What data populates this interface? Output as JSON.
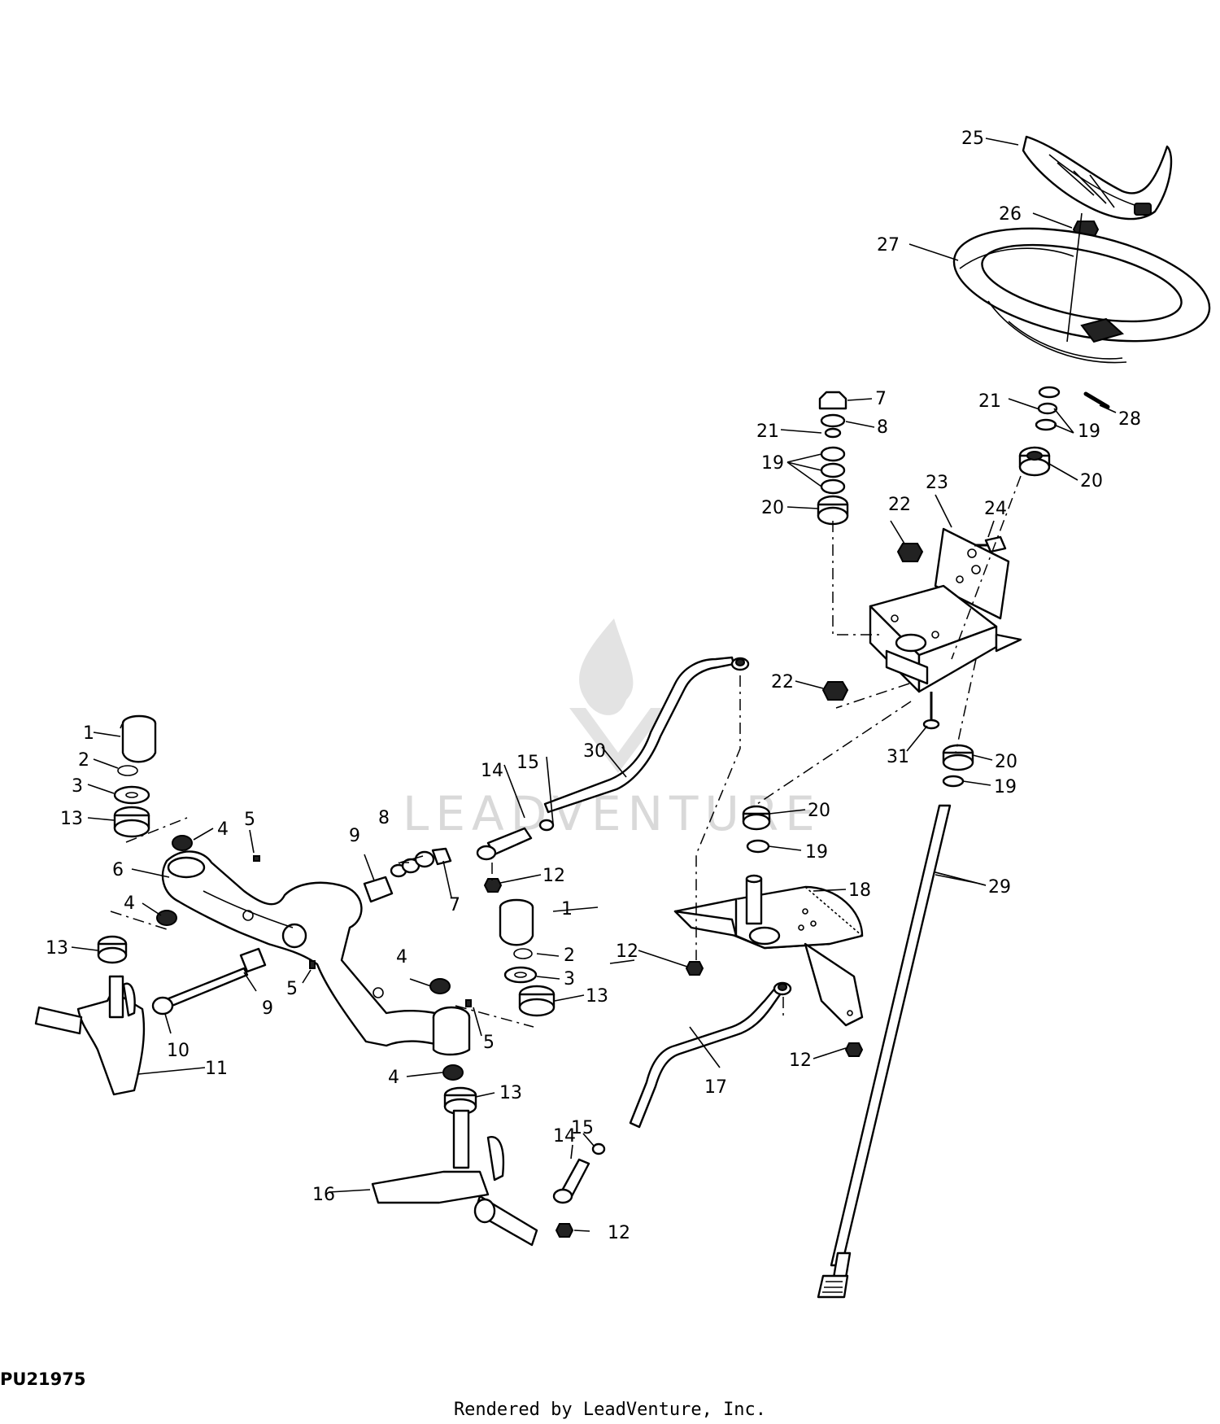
{
  "figure_id": "PU21975",
  "credit": "Rendered by LeadVenture, Inc.",
  "watermark": {
    "text": "LEADVENTURE",
    "color": "#d9d9d9"
  },
  "callouts": {
    "c1": "1",
    "c2": "2",
    "c3": "3",
    "c4": "4",
    "c5": "5",
    "c6": "6",
    "c7": "7",
    "c8": "8",
    "c9": "9",
    "c10": "10",
    "c11": "11",
    "c12": "12",
    "c13": "13",
    "c14": "14",
    "c15": "15",
    "c16": "16",
    "c17": "17",
    "c18": "18",
    "c19": "19",
    "c20": "20",
    "c21": "21",
    "c22": "22",
    "c23": "23",
    "c24": "24",
    "c25": "25",
    "c26": "26",
    "c27": "27",
    "c28": "28",
    "c29": "29",
    "c30": "30",
    "c31": "31"
  }
}
